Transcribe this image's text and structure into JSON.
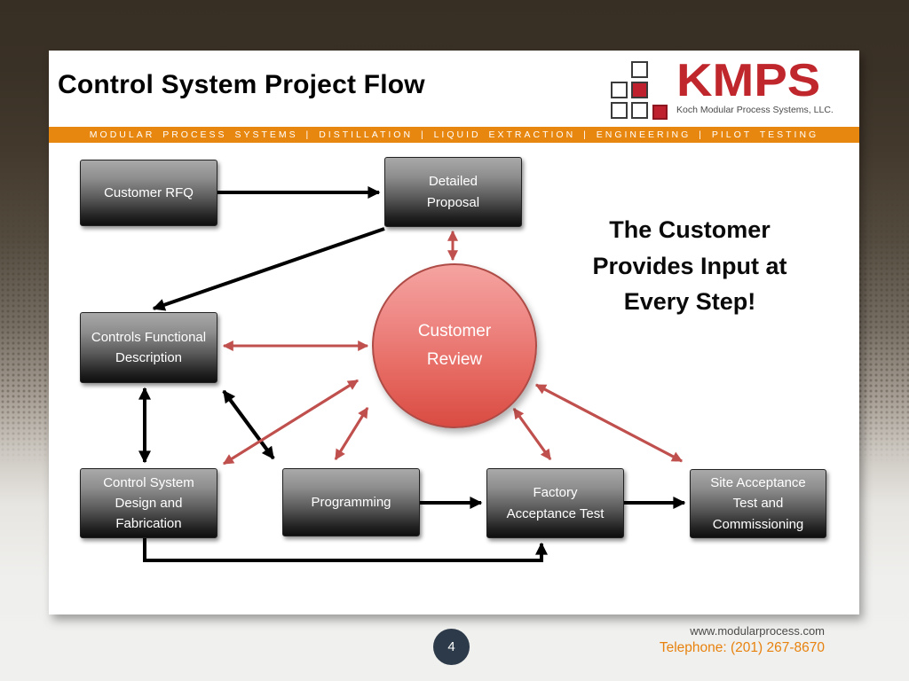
{
  "slide": {
    "title": "Control System Project Flow",
    "banner": "MODULAR PROCESS SYSTEMS | DISTILLATION | LIQUID EXTRACTION | ENGINEERING | PILOT TESTING",
    "callout": "The Customer Provides Input at Every Step!"
  },
  "logo": {
    "wordmark": "KMPS",
    "tagline": "Koch Modular Process Systems, LLC.",
    "brand_red": "#c0272d",
    "squares_red": "#be202e"
  },
  "colors": {
    "banner_orange": "#e8870f",
    "node_gradient_top": "#a9a9a9",
    "node_gradient_bottom": "#0e0e0e",
    "circle_gradient_top": "#f5a3a0",
    "circle_gradient_bottom": "#d94b42",
    "red_arrow": "#c0504d",
    "black_arrow": "#000000",
    "background_top": "#3a3126",
    "background_bottom": "#f0f0ee",
    "footer_badge_navy": "#2d3a49",
    "footer_phone_orange": "#e8820e"
  },
  "diagram": {
    "nodes": [
      {
        "id": "customer-rfq",
        "label": "Customer RFQ",
        "shape": "box"
      },
      {
        "id": "detailed-proposal",
        "label": "Detailed Proposal",
        "shape": "box"
      },
      {
        "id": "controls-functional-description",
        "label": "Controls Functional Description",
        "shape": "box"
      },
      {
        "id": "customer-review",
        "label": "Customer Review",
        "shape": "circle"
      },
      {
        "id": "control-system-design",
        "label": "Control System Design and Fabrication",
        "shape": "box"
      },
      {
        "id": "programming",
        "label": "Programming",
        "shape": "box"
      },
      {
        "id": "factory-acceptance-test",
        "label": "Factory Acceptance Test",
        "shape": "box"
      },
      {
        "id": "site-acceptance",
        "label": "Site Acceptance Test and Commissioning",
        "shape": "box"
      }
    ],
    "edges": [
      {
        "from": "customer-rfq",
        "to": "detailed-proposal",
        "style": "black",
        "bidirectional": false
      },
      {
        "from": "detailed-proposal",
        "to": "controls-functional-description",
        "style": "black",
        "bidirectional": false
      },
      {
        "from": "controls-functional-description",
        "to": "control-system-design",
        "style": "black",
        "bidirectional": true
      },
      {
        "from": "controls-functional-description",
        "to": "programming",
        "style": "black",
        "bidirectional": true
      },
      {
        "from": "programming",
        "to": "factory-acceptance-test",
        "style": "black",
        "bidirectional": false
      },
      {
        "from": "factory-acceptance-test",
        "to": "site-acceptance",
        "style": "black",
        "bidirectional": false
      },
      {
        "from": "control-system-design",
        "to": "factory-acceptance-test",
        "style": "black",
        "bidirectional": false,
        "route": "bottom-loop"
      },
      {
        "from": "customer-review",
        "to": "detailed-proposal",
        "style": "red",
        "bidirectional": true
      },
      {
        "from": "customer-review",
        "to": "controls-functional-description",
        "style": "red",
        "bidirectional": true
      },
      {
        "from": "customer-review",
        "to": "control-system-design",
        "style": "red",
        "bidirectional": true
      },
      {
        "from": "customer-review",
        "to": "programming",
        "style": "red",
        "bidirectional": true
      },
      {
        "from": "customer-review",
        "to": "factory-acceptance-test",
        "style": "red",
        "bidirectional": true
      },
      {
        "from": "customer-review",
        "to": "site-acceptance",
        "style": "red",
        "bidirectional": true
      }
    ]
  },
  "footer": {
    "page_number": "4",
    "website": "www.modularprocess.com",
    "phone": "Telephone: (201) 267-8670"
  }
}
